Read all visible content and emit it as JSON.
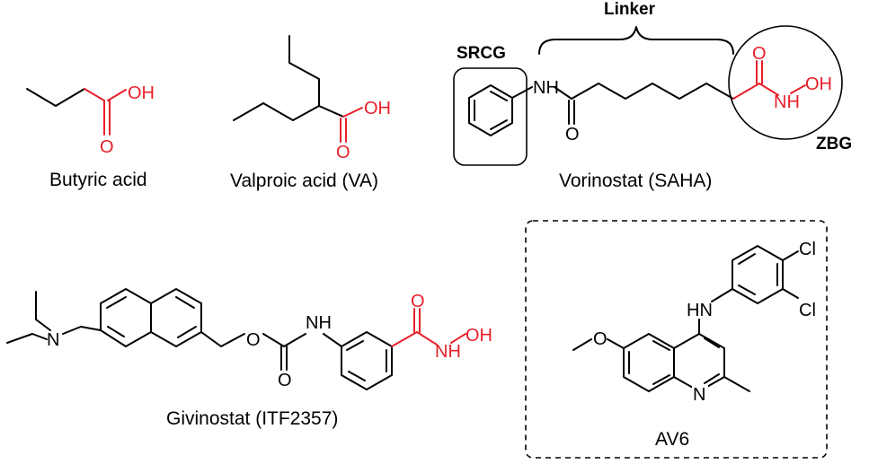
{
  "colors": {
    "heteroatom_highlight": "#e8202a",
    "bond": "#000000"
  },
  "molecules": {
    "butyric": {
      "caption": "Butyric acid",
      "atoms": {
        "o_carbonyl": "O",
        "oh": "OH"
      }
    },
    "valproic": {
      "caption": "Valproic acid (VA)",
      "atoms": {
        "o_carbonyl": "O",
        "oh": "OH"
      }
    },
    "vorinostat": {
      "caption": "Vorinostat (SAHA)",
      "labels": {
        "srcg": "SRCG",
        "linker": "Linker",
        "zbg": "ZBG"
      },
      "atoms": {
        "nh": "NH",
        "amide_o": "O",
        "hydroxamic_o": "O",
        "hydroxamic_n": "NH",
        "hydroxamic_oh": "OH"
      }
    },
    "givinostat": {
      "caption": "Givinostat (ITF2357)",
      "atoms": {
        "n_amine": "N",
        "o_ester": "O",
        "o_carbonyl": "O",
        "nh": "NH",
        "hydroxamic_o": "O",
        "hydroxamic_nh": "NH",
        "hydroxamic_oh": "OH"
      }
    },
    "av6": {
      "caption": "AV6",
      "atoms": {
        "cl1": "Cl",
        "cl2": "Cl",
        "hn": "HN",
        "o_methoxy": "O",
        "n_ring": "N"
      }
    }
  }
}
